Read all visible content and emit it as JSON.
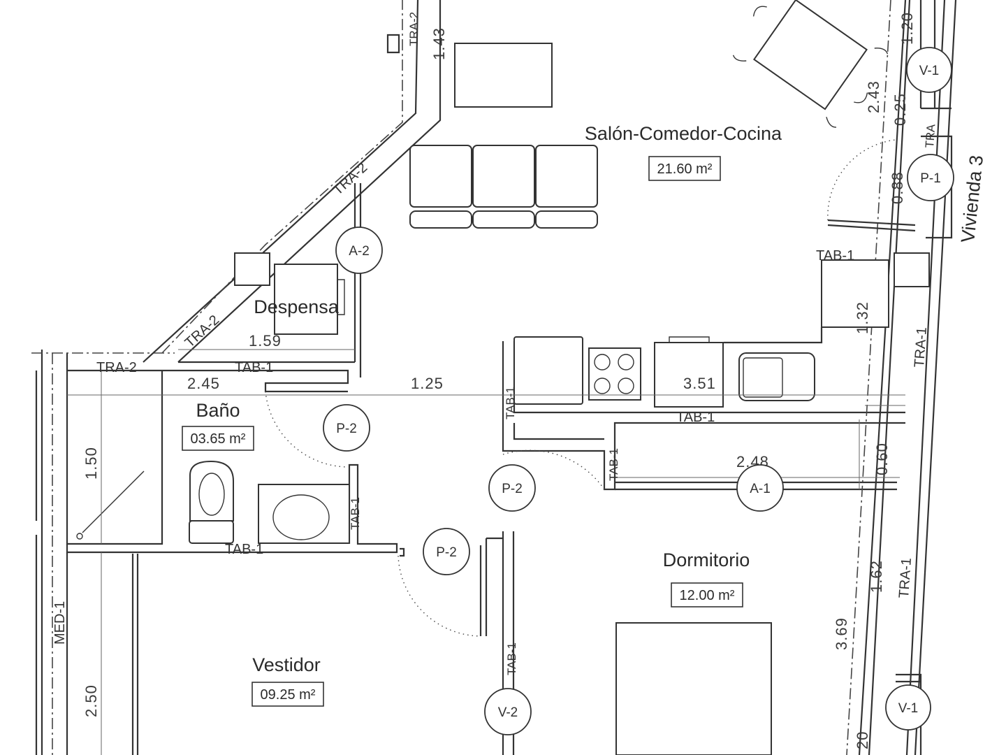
{
  "rooms": {
    "salon": {
      "name": "Salón-Comedor-Cocina",
      "area": "21.60 m²"
    },
    "despensa": {
      "name": "Despensa"
    },
    "bano": {
      "name": "Baño",
      "area": "03.65 m²"
    },
    "dormitorio": {
      "name": "Dormitorio",
      "area": "12.00 m²"
    },
    "vestidor": {
      "name": "Vestidor",
      "area": "09.25 m²"
    }
  },
  "neighbor_label": "Vivienda 3",
  "dimensions": {
    "d143": "1.43",
    "d120": "1.20",
    "d243": "2.43",
    "d025": "0.25",
    "d088": "0.88",
    "d159": "1.59",
    "d245": "2.45",
    "d125": "1.25",
    "d351": "3.51",
    "d132": "1.32",
    "d150": "1.50",
    "d060": "0.60",
    "d248": "2.48",
    "d162": "1.62",
    "d369": "3.69",
    "d250": "2.50",
    "d020": "20"
  },
  "wall_tags": {
    "tra2": "TRA-2",
    "tra1": "TRA-1",
    "tra": "TRA",
    "tab1": "TAB-1",
    "med1": "MED-1"
  },
  "markers": {
    "a1": "A-1",
    "a2": "A-2",
    "p1": "P-1",
    "p2": "P-2",
    "v1": "V-1",
    "v2": "V-2"
  }
}
